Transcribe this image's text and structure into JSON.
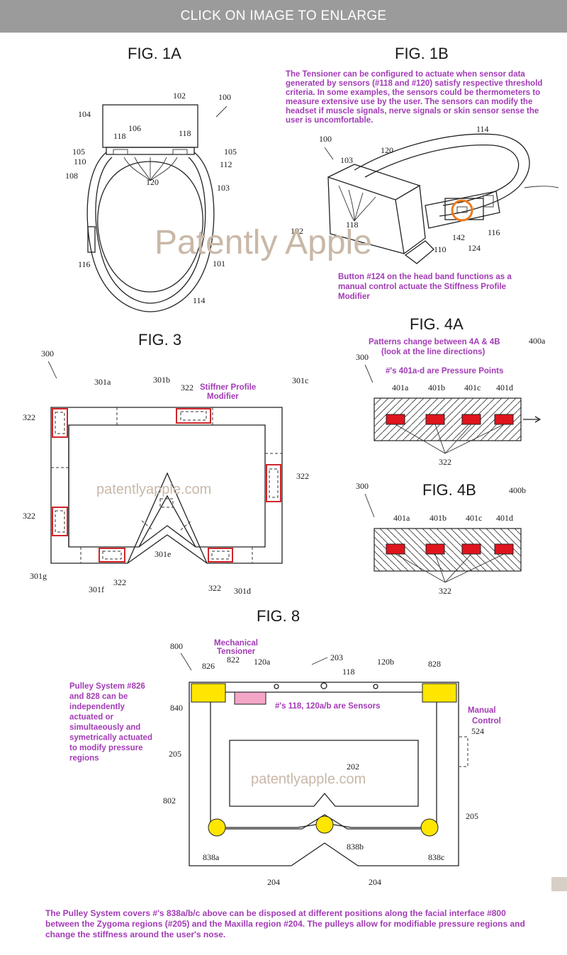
{
  "banner": {
    "label": "CLICK ON IMAGE TO ENLARGE"
  },
  "figures": {
    "fig1a": "FIG. 1A",
    "fig1b": "FIG. 1B",
    "fig3": "FIG. 3",
    "fig4a": "FIG. 4A",
    "fig4b": "FIG. 4B",
    "fig8": "FIG. 8"
  },
  "watermarks": {
    "large": "Patently Apple",
    "fig3": "patentlyapple.com",
    "fig8": "patentlyapple.com"
  },
  "annotations": {
    "fig1b_tensioner": [
      "The Tensioner can be configured to actuate when sensor data",
      "generated by sensors (#118 and #120) satisfy respective threshold",
      "criteria. In some examples, the sensors could be thermometers to",
      "measure extensive use by the user. The sensors can modify the",
      "headset if muscle signals, nerve signals or skin sensor sense the",
      "user is uncomfortable."
    ],
    "fig1b_button": [
      "Button #124 on the head band functions as a",
      "manual control actuate the Stiffness Profile",
      "Modifier"
    ],
    "fig3_stiffener": [
      "Stiffner Profile",
      "Modifier"
    ],
    "fig4_patterns": [
      "Patterns change between 4A & 4B",
      "(look at the line directions)"
    ],
    "fig4_pressure": "#'s 401a-d are Pressure Points",
    "fig8_tensioner": [
      "Mechanical",
      "Tensioner"
    ],
    "fig8_sensors": "#'s 118, 120a/b are Sensors",
    "fig8_manual": [
      "Manual",
      "Control"
    ],
    "fig8_pulley": [
      "Pulley System #826",
      "and 828 can be",
      "independently",
      "actuated or",
      "simultaeously and",
      "symetrically actuated",
      "to modify pressure",
      "regions"
    ],
    "bottom_caption": "The Pulley System covers #'s 838a/b/c above can be disposed at different positions along the facial interface #800 between the Zygoma regions (#205) and the Maxilla region #204. The pulleys allow for modifiable pressure regions and change the stiffness around the user's nose."
  },
  "refs": {
    "fig1a": {
      "r100": "100",
      "r102": "102",
      "r104": "104",
      "r106": "106",
      "r118a": "118",
      "r118b": "118",
      "r105a": "105",
      "r105b": "105",
      "r110": "110",
      "r112": "112",
      "r108": "108",
      "r120": "120",
      "r103": "103",
      "r116": "116",
      "r101": "101",
      "r114": "114"
    },
    "fig1b": {
      "r114": "114",
      "r100": "100",
      "r120": "120",
      "r103": "103",
      "r118": "118",
      "r102": "102",
      "r110": "110",
      "r142": "142",
      "r124": "124",
      "r116": "116"
    },
    "fig3": {
      "r300": "300",
      "r301a": "301a",
      "r301b": "301b",
      "r301c": "301c",
      "r322_top": "322",
      "r322_lt": "322",
      "r322_rt": "322",
      "r322_lb": "322",
      "r322_b1": "322",
      "r322_b2": "322",
      "r301g": "301g",
      "r301f": "301f",
      "r301e": "301e",
      "r301d": "301d"
    },
    "fig4a": {
      "r300": "300",
      "r400a": "400a",
      "r401a": "401a",
      "r401b": "401b",
      "r401c": "401c",
      "r401d": "401d",
      "r322": "322"
    },
    "fig4b": {
      "r300": "300",
      "r400b": "400b",
      "r401a": "401a",
      "r401b": "401b",
      "r401c": "401c",
      "r401d": "401d",
      "r322": "322"
    },
    "fig8": {
      "r800": "800",
      "r826": "826",
      "r822": "822",
      "r120a": "120a",
      "r203": "203",
      "r118": "118",
      "r120b": "120b",
      "r828": "828",
      "r840": "840",
      "r524": "524",
      "r205l": "205",
      "r202": "202",
      "r802": "802",
      "r205r": "205",
      "r838a": "838a",
      "r838b": "838b",
      "r838c": "838c",
      "r204a": "204",
      "r204b": "204"
    }
  },
  "colors": {
    "banner": "#9b9b9b",
    "annotation": "#a23bb5",
    "pressure_point": "#e0141c",
    "pulley_yellow": "#ffe600",
    "tensioner_pink": "#f4a6c8",
    "highlight_orange": "#f07a1a"
  }
}
